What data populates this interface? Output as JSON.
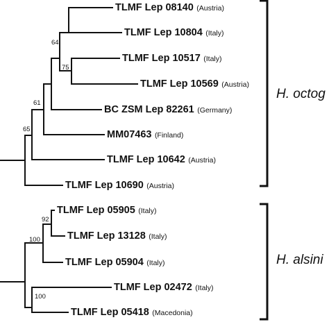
{
  "tree1": {
    "leaves": [
      {
        "id": "TLMF Lep 08140",
        "country": "(Austria)"
      },
      {
        "id": "TLMF Lep 10804",
        "country": "(Italy)"
      },
      {
        "id": "TLMF Lep 10517",
        "country": "(Italy)"
      },
      {
        "id": "TLMF Lep 10569",
        "country": "(Austria)"
      },
      {
        "id": "BC ZSM Lep 82261",
        "country": "(Germany)"
      },
      {
        "id": "MM07463",
        "country": "(Finland)"
      },
      {
        "id": "TLMF Lep 10642",
        "country": "(Austria)"
      },
      {
        "id": "TLMF Lep 10690",
        "country": "(Austria)"
      }
    ],
    "support": [
      "64",
      "75",
      "61",
      "65"
    ],
    "clade_label": "H. octog"
  },
  "tree2": {
    "leaves": [
      {
        "id": "TLMF Lep 05905",
        "country": "(Italy)"
      },
      {
        "id": "TLMF Lep 13128",
        "country": "(Italy)"
      },
      {
        "id": "TLMF Lep 05904",
        "country": "(Italy)"
      },
      {
        "id": "TLMF Lep 02472",
        "country": "(Italy)"
      },
      {
        "id": "TLMF Lep 05418",
        "country": "(Macedonia)"
      }
    ],
    "support": [
      "92",
      "100",
      "100"
    ],
    "clade_label": "H. alsini"
  }
}
